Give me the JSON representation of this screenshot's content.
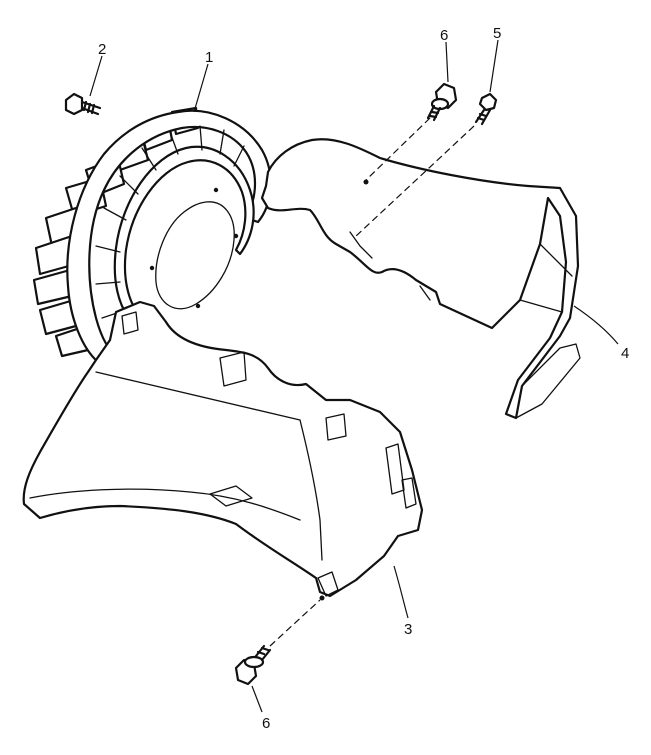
{
  "callouts": {
    "flywheel": "1",
    "flywheel_bolt": "2",
    "lower_shroud": "3",
    "upper_shroud": "4",
    "upper_screw": "5",
    "top_flange_bolt": "6",
    "bottom_flange_bolt": "6"
  }
}
